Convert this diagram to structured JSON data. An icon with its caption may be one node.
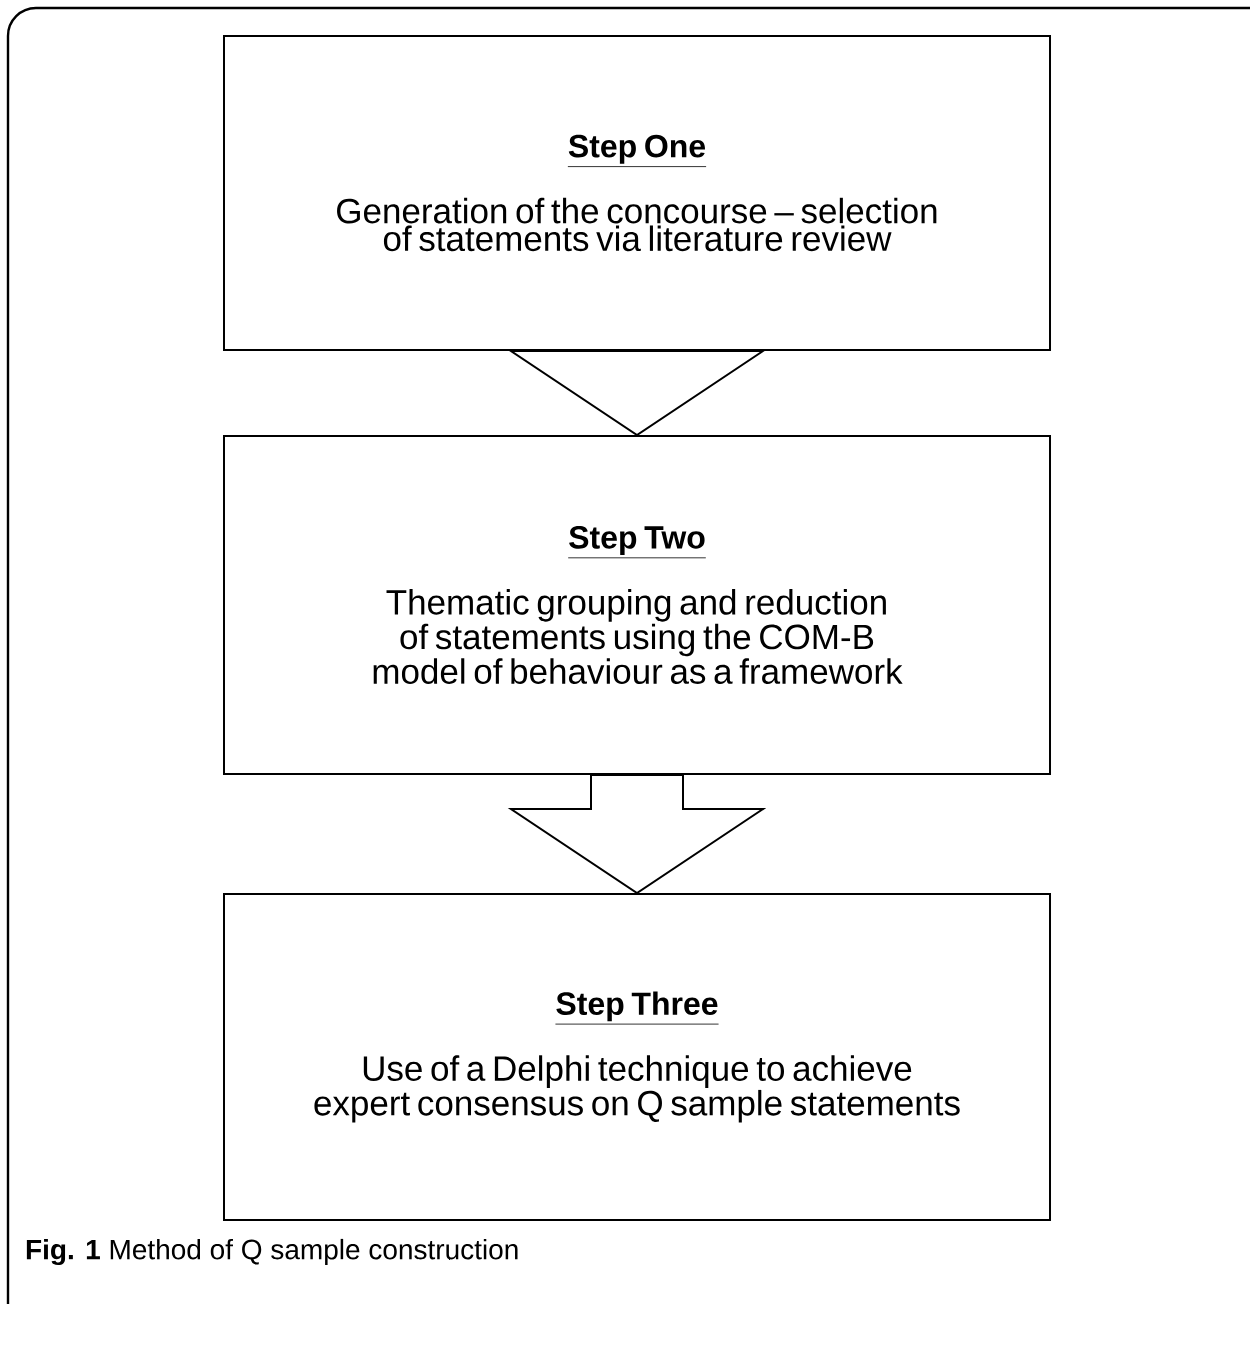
{
  "diagram": {
    "caption": "**Fig. 1** Method of Q sample construction",
    "nodes": [
      {
        "text": [
          "Step One",
          "Generation of the concourse – selection of statements via literature review"
        ]
      },
      {
        "text": [
          "Step Two",
          "Thematic grouping and reduction of statements using the COM-B model of behaviour as a framework"
        ]
      },
      {
        "text": [
          "Step Three",
          "Use of a Delphi technique to achieve expert consensus on Q sample statements"
        ]
      }
    ],
    "edges": [
      {
        "from": 0,
        "to": 1,
        "arrow": "to"
      },
      {
        "from": 1,
        "to": 2,
        "arrow": "to"
      }
    ]
  }
}
